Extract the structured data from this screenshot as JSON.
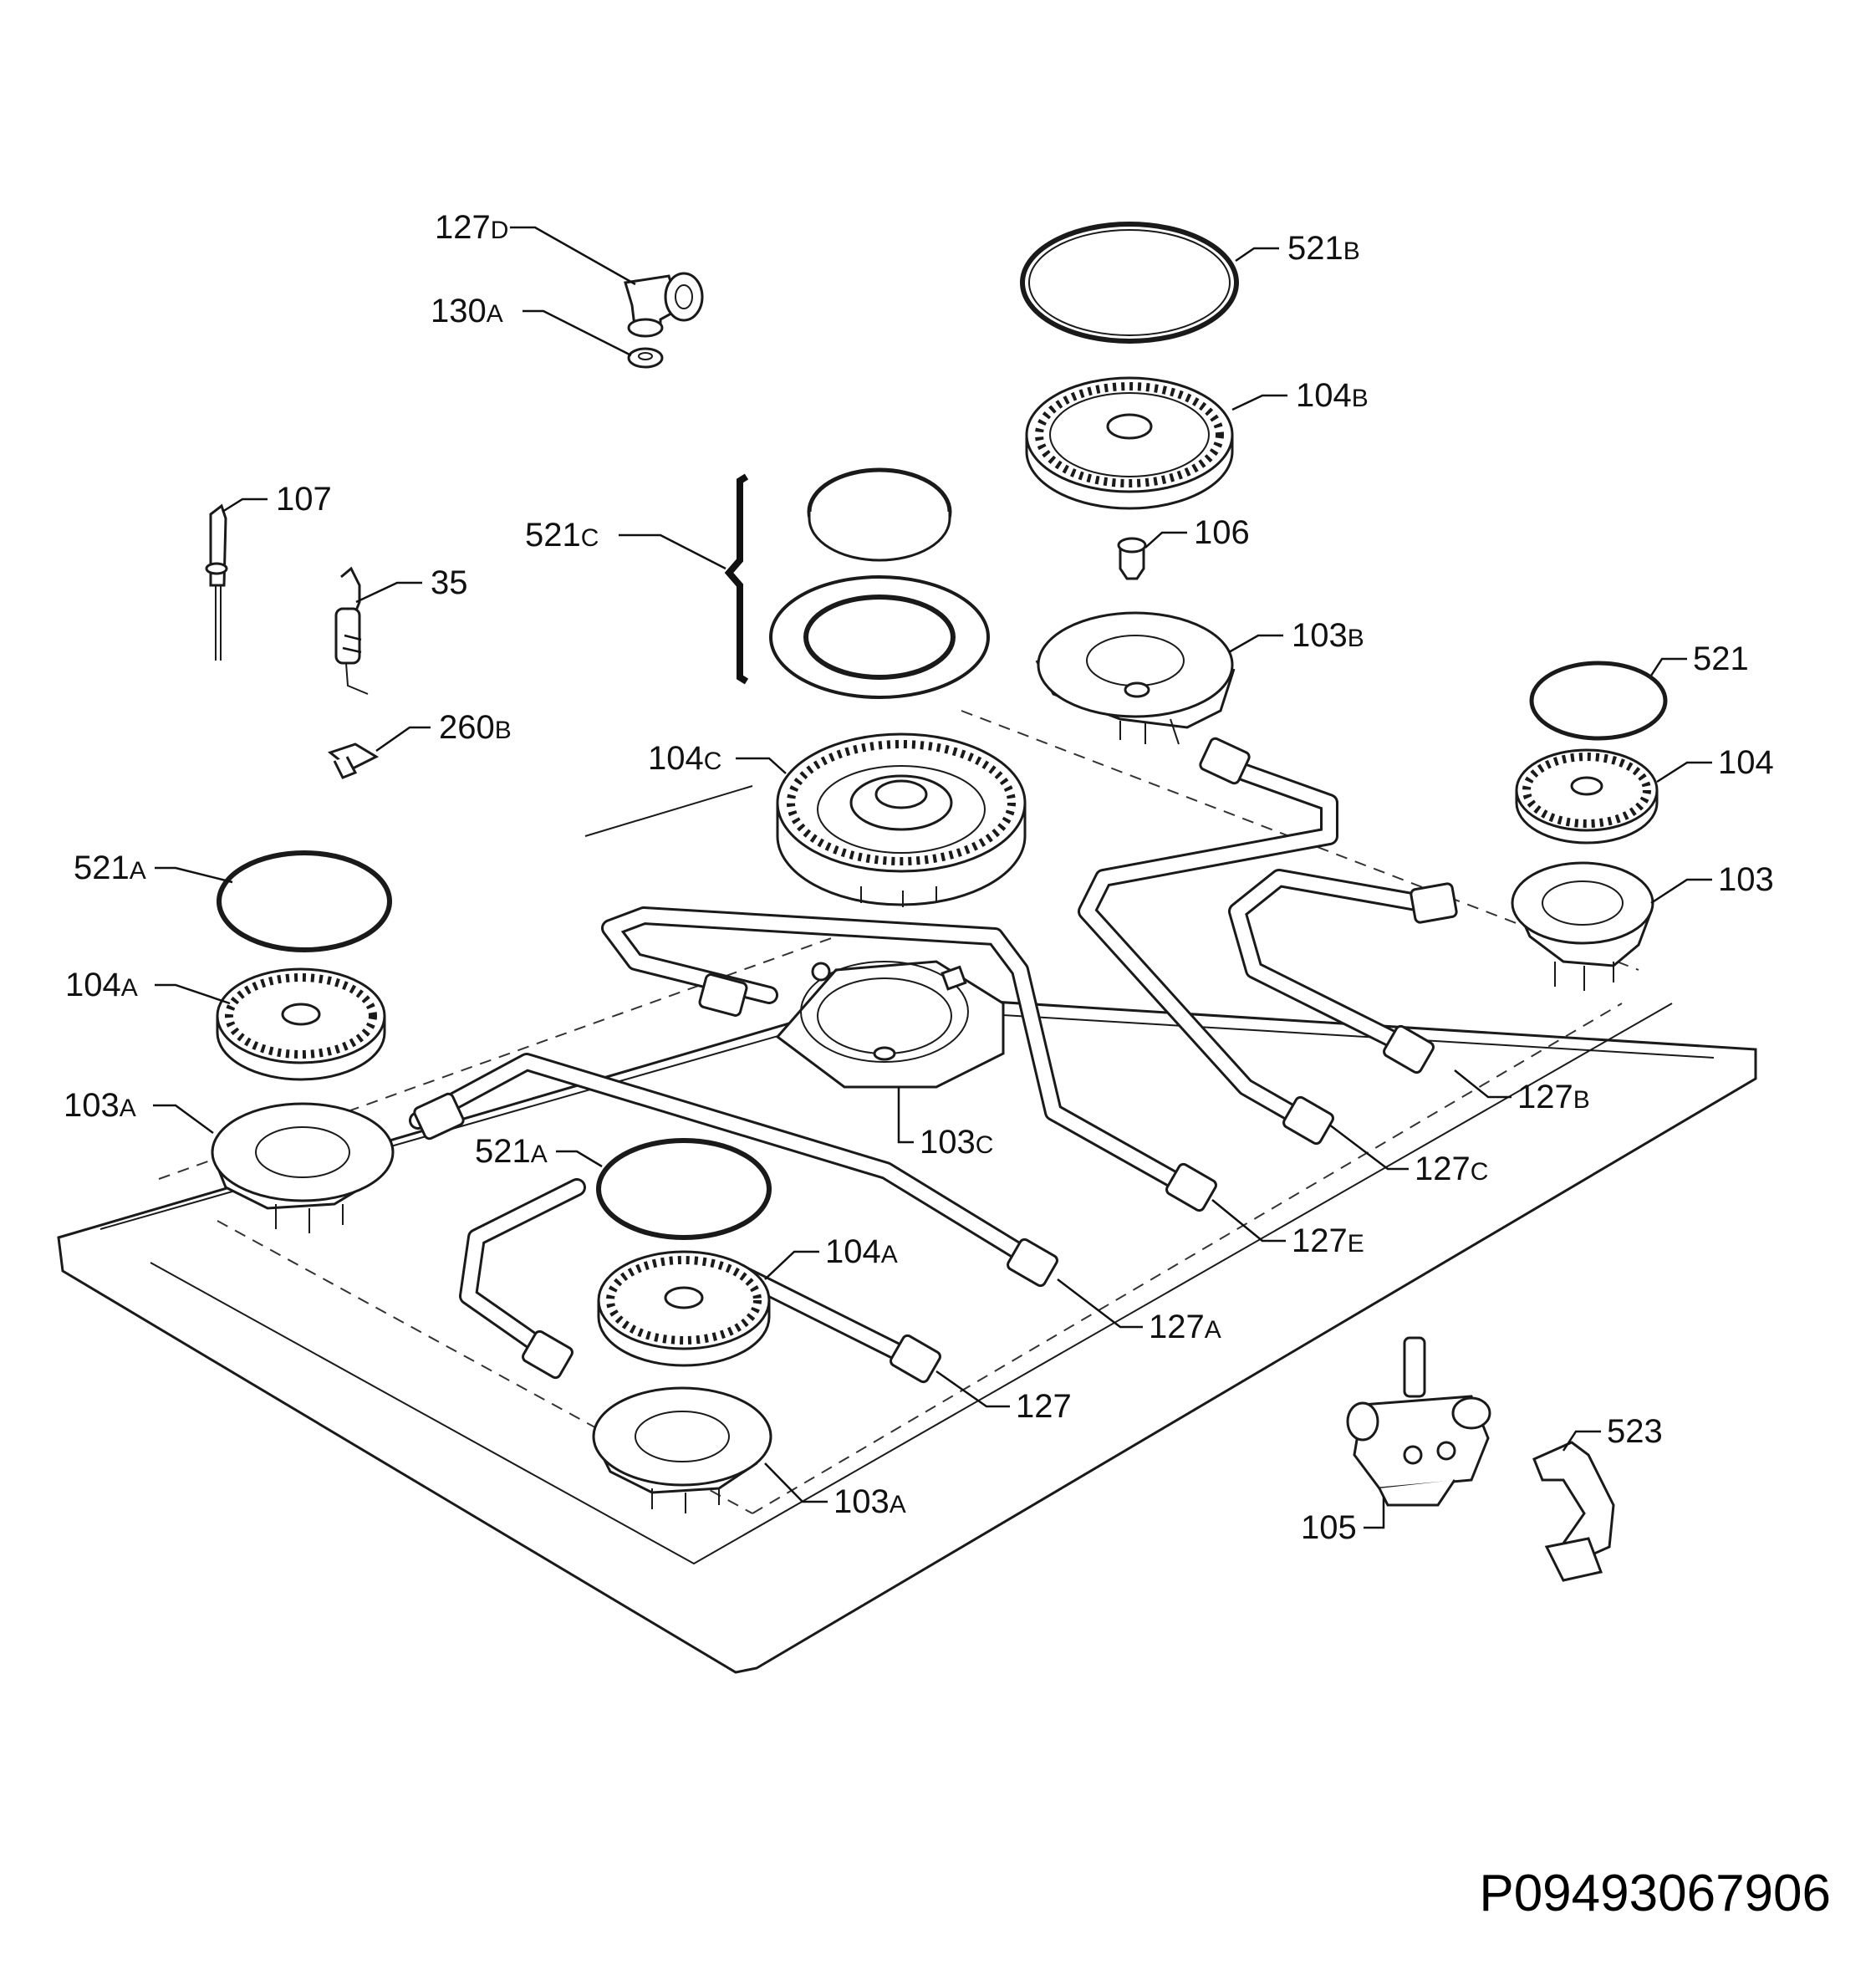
{
  "parts": {
    "p127D": {
      "num": "127",
      "sfx": "D"
    },
    "p130A": {
      "num": "130",
      "sfx": "A"
    },
    "p521B": {
      "num": "521",
      "sfx": "B"
    },
    "p104B": {
      "num": "104",
      "sfx": "B"
    },
    "p107": {
      "num": "107",
      "sfx": ""
    },
    "p106": {
      "num": "106",
      "sfx": ""
    },
    "p521C": {
      "num": "521",
      "sfx": "C"
    },
    "p35": {
      "num": "35",
      "sfx": ""
    },
    "p103B": {
      "num": "103",
      "sfx": "B"
    },
    "p521": {
      "num": "521",
      "sfx": ""
    },
    "p260B": {
      "num": "260",
      "sfx": "B"
    },
    "p104C": {
      "num": "104",
      "sfx": "C"
    },
    "p104": {
      "num": "104",
      "sfx": ""
    },
    "p521A_left": {
      "num": "521",
      "sfx": "A"
    },
    "p103": {
      "num": "103",
      "sfx": ""
    },
    "p104A_left": {
      "num": "104",
      "sfx": "A"
    },
    "p127B": {
      "num": "127",
      "sfx": "B"
    },
    "p103A_left": {
      "num": "103",
      "sfx": "A"
    },
    "p103C": {
      "num": "103",
      "sfx": "C"
    },
    "p127C": {
      "num": "127",
      "sfx": "C"
    },
    "p521A_front": {
      "num": "521",
      "sfx": "A"
    },
    "p127E": {
      "num": "127",
      "sfx": "E"
    },
    "p104A_front": {
      "num": "104",
      "sfx": "A"
    },
    "p127A": {
      "num": "127",
      "sfx": "A"
    },
    "p127": {
      "num": "127",
      "sfx": ""
    },
    "p523": {
      "num": "523",
      "sfx": ""
    },
    "p103A_front": {
      "num": "103",
      "sfx": "A"
    },
    "p105": {
      "num": "105",
      "sfx": ""
    }
  },
  "drawing_code": "P09493067906"
}
